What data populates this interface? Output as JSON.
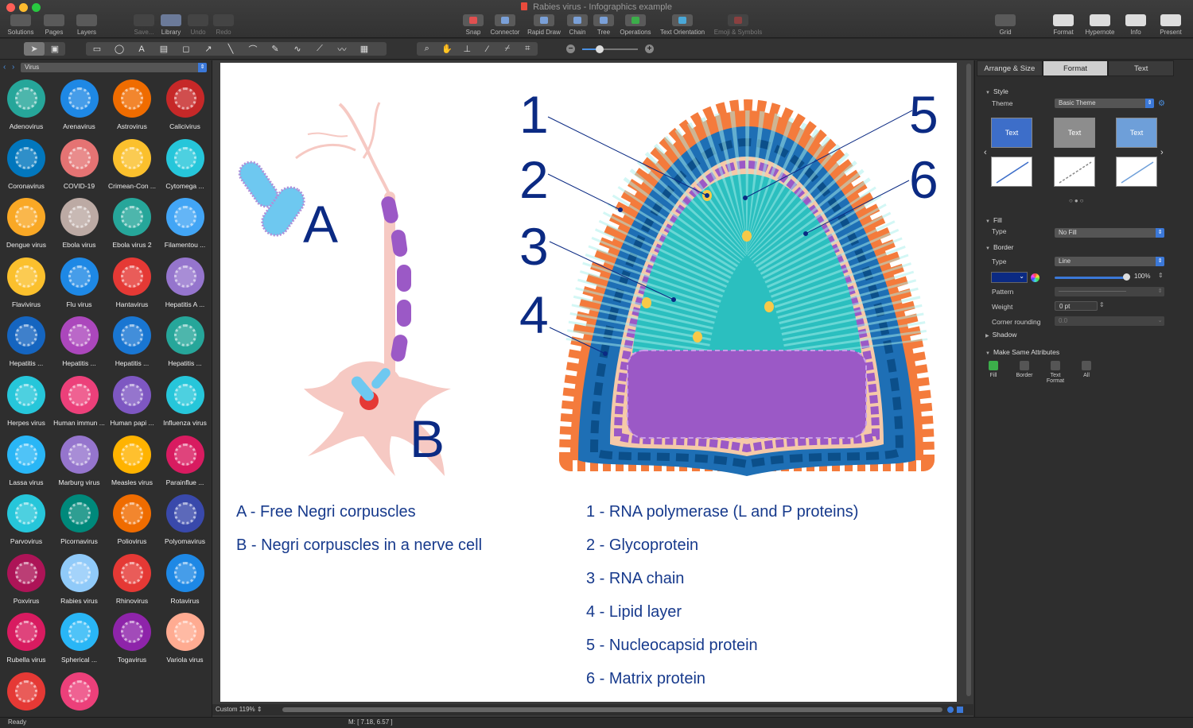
{
  "window": {
    "title": "Rabies virus - Infographics example"
  },
  "toolbar": {
    "left": [
      {
        "label": "Solutions",
        "icon": "solutions-icon"
      },
      {
        "label": "Pages",
        "icon": "pages-icon"
      },
      {
        "label": "Layers",
        "icon": "layers-icon"
      },
      {
        "label": "Save...",
        "icon": "save-icon"
      },
      {
        "label": "Library",
        "icon": "library-icon"
      },
      {
        "label": "Undo",
        "icon": "undo-icon"
      },
      {
        "label": "Redo",
        "icon": "redo-icon"
      }
    ],
    "center": [
      {
        "label": "Snap",
        "icon": "snap-icon"
      },
      {
        "label": "Connector",
        "icon": "connector-icon"
      },
      {
        "label": "Rapid Draw",
        "icon": "rapid-draw-icon"
      },
      {
        "label": "Chain",
        "icon": "chain-icon"
      },
      {
        "label": "Tree",
        "icon": "tree-icon"
      },
      {
        "label": "Operations",
        "icon": "operations-icon"
      },
      {
        "label": "Text Orientation",
        "icon": "text-orientation-icon"
      },
      {
        "label": "Emoji & Symbols",
        "icon": "emoji-icon"
      }
    ],
    "right": [
      {
        "label": "Grid",
        "icon": "grid-icon"
      },
      {
        "label": "Format",
        "icon": "format-icon"
      },
      {
        "label": "Hypernote",
        "icon": "hypernote-icon"
      },
      {
        "label": "Info",
        "icon": "info-icon"
      },
      {
        "label": "Present",
        "icon": "present-icon"
      }
    ]
  },
  "library": {
    "selected": "Virus",
    "items": [
      {
        "label": "Adenovirus",
        "color": "#26a69a"
      },
      {
        "label": "Arenavirus",
        "color": "#1e88e5"
      },
      {
        "label": "Astrovirus",
        "color": "#ef6c00"
      },
      {
        "label": "Calicivirus",
        "color": "#c62828"
      },
      {
        "label": "Coronavirus",
        "color": "#0277bd"
      },
      {
        "label": "COVID-19",
        "color": "#e57373"
      },
      {
        "label": "Crimean-Con ...",
        "color": "#fbc02d"
      },
      {
        "label": "Cytomega ...",
        "color": "#26c6da"
      },
      {
        "label": "Dengue virus",
        "color": "#f9a825"
      },
      {
        "label": "Ebola virus",
        "color": "#bcaaa4"
      },
      {
        "label": "Ebola virus 2",
        "color": "#26a69a"
      },
      {
        "label": "Filamentou ...",
        "color": "#42a5f5"
      },
      {
        "label": "Flavivirus",
        "color": "#fbc02d"
      },
      {
        "label": "Flu virus",
        "color": "#1e88e5"
      },
      {
        "label": "Hantavirus",
        "color": "#e53935"
      },
      {
        "label": "Hepatitis A ...",
        "color": "#9575cd"
      },
      {
        "label": "Hepatitis ...",
        "color": "#1565c0"
      },
      {
        "label": "Hepatitis ...",
        "color": "#ab47bc"
      },
      {
        "label": "Hepatitis ...",
        "color": "#1976d2"
      },
      {
        "label": "Hepatitis ...",
        "color": "#26a69a"
      },
      {
        "label": "Herpes virus",
        "color": "#26c6da"
      },
      {
        "label": "Human immun ...",
        "color": "#ec407a"
      },
      {
        "label": "Human papi ...",
        "color": "#7e57c2"
      },
      {
        "label": "Influenza virus",
        "color": "#26c6da"
      },
      {
        "label": "Lassa virus",
        "color": "#29b6f6"
      },
      {
        "label": "Marburg virus",
        "color": "#9575cd"
      },
      {
        "label": "Measles virus",
        "color": "#ffb300"
      },
      {
        "label": "Parainflue ...",
        "color": "#d81b60"
      },
      {
        "label": "Parvovirus",
        "color": "#26c6da"
      },
      {
        "label": "Picornavirus",
        "color": "#00897b"
      },
      {
        "label": "Poliovirus",
        "color": "#ef6c00"
      },
      {
        "label": "Polyomavirus",
        "color": "#3949ab"
      },
      {
        "label": "Poxvirus",
        "color": "#ad1457"
      },
      {
        "label": "Rabies virus",
        "color": "#90caf9"
      },
      {
        "label": "Rhinovirus",
        "color": "#e53935"
      },
      {
        "label": "Rotavirus",
        "color": "#1e88e5"
      },
      {
        "label": "Rubella virus",
        "color": "#d81b60"
      },
      {
        "label": "Spherical ...",
        "color": "#29b6f6"
      },
      {
        "label": "Togavirus",
        "color": "#8e24aa"
      },
      {
        "label": "Variola virus",
        "color": "#ffab91"
      },
      {
        "label": "",
        "color": "#e53935"
      },
      {
        "label": "",
        "color": "#ec407a"
      }
    ]
  },
  "diagram": {
    "letter_a": "A",
    "letter_b": "B",
    "numbers": [
      "1",
      "2",
      "3",
      "4",
      "5",
      "6"
    ],
    "legend_left": [
      "A - Free Negri corpuscles",
      "B - Negri corpuscles in a nerve cell"
    ],
    "legend_right": [
      "1 - RNA polymerase (L and P proteins)",
      "2 - Glycoprotein",
      "3 - RNA chain",
      "4 - Lipid layer",
      "5 - Nucleocapsid protein",
      "6 - Matrix protein"
    ]
  },
  "canvas": {
    "zoom": "Custom 119%"
  },
  "status": {
    "left": "Ready",
    "mouse": "M: [ 7.18, 6.57 ]"
  },
  "panel": {
    "tabs": [
      "Arrange & Size",
      "Format",
      "Text"
    ],
    "active_tab": "Format",
    "style_section": "Style",
    "theme_label": "Theme",
    "theme_value": "Basic Theme",
    "theme_swatches": [
      "Text",
      "Text",
      "Text"
    ],
    "fill_section": "Fill",
    "fill_type_label": "Type",
    "fill_type_value": "No Fill",
    "border_section": "Border",
    "border_type_label": "Type",
    "border_type_value": "Line",
    "border_color": "#0b2a83",
    "opacity": "100%",
    "pattern_label": "Pattern",
    "weight_label": "Weight",
    "weight_value": "0 pt",
    "corner_label": "Corner rounding",
    "corner_value": "0.0",
    "shadow_section": "Shadow",
    "make_same_section": "Make Same Attributes",
    "make_same": [
      "Fill",
      "Border",
      "Text Format",
      "All"
    ]
  }
}
